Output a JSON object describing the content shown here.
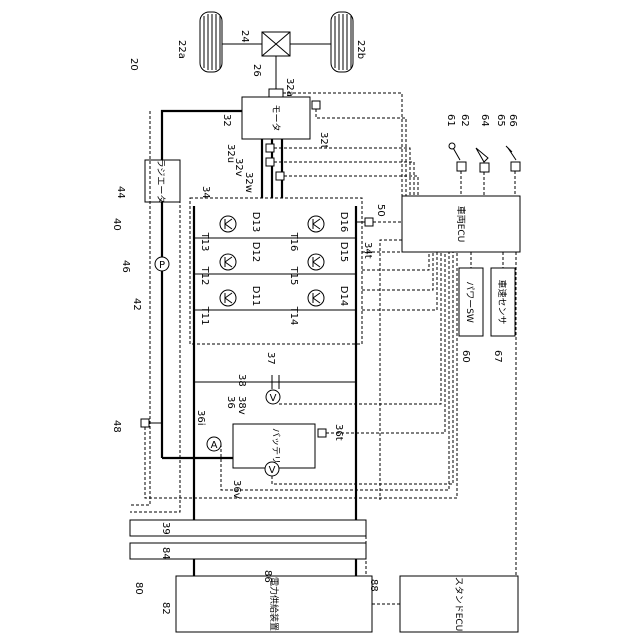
{
  "refs": {
    "r20": "20",
    "r22a": "22a",
    "r22b": "22b",
    "r24": "24",
    "r26": "26",
    "r32": "32",
    "r32a": "32a",
    "r32t": "32t",
    "r32u": "32u",
    "r32v": "32v",
    "r32w": "32w",
    "r34": "34",
    "r34t": "34t",
    "r36": "36",
    "r36i": "36i",
    "r36t": "36t",
    "r36v": "36v",
    "r37": "37",
    "r38": "38",
    "r38v": "38v",
    "r39": "39",
    "r40": "40",
    "r42": "42",
    "r44": "44",
    "r46": "46",
    "r48": "48",
    "r50": "50",
    "r60": "60",
    "r61": "61",
    "r62": "62",
    "r64": "64",
    "r65": "65",
    "r66": "66",
    "r67": "67",
    "r80": "80",
    "r82": "82",
    "r84": "84",
    "r86": "86",
    "r88": "88"
  },
  "components": {
    "T11": "T11",
    "T12": "T12",
    "T13": "T13",
    "T14": "T14",
    "T15": "T15",
    "T16": "T16",
    "D11": "D11",
    "D12": "D12",
    "D13": "D13",
    "D14": "D14",
    "D15": "D15",
    "D16": "D16"
  },
  "boxes": {
    "motor": "モータ",
    "radiator": "ラジエータ",
    "vehicle_ecu": "車両ECU",
    "battery": "バッテリ",
    "power_sw": "パワーSW",
    "speed_sensor": "車速センサ",
    "supply_device": "電力供給装置",
    "stand_ecu": "スタンドECU"
  },
  "symbols": {
    "pump": "P",
    "ammeter": "A",
    "voltmeter": "V"
  }
}
